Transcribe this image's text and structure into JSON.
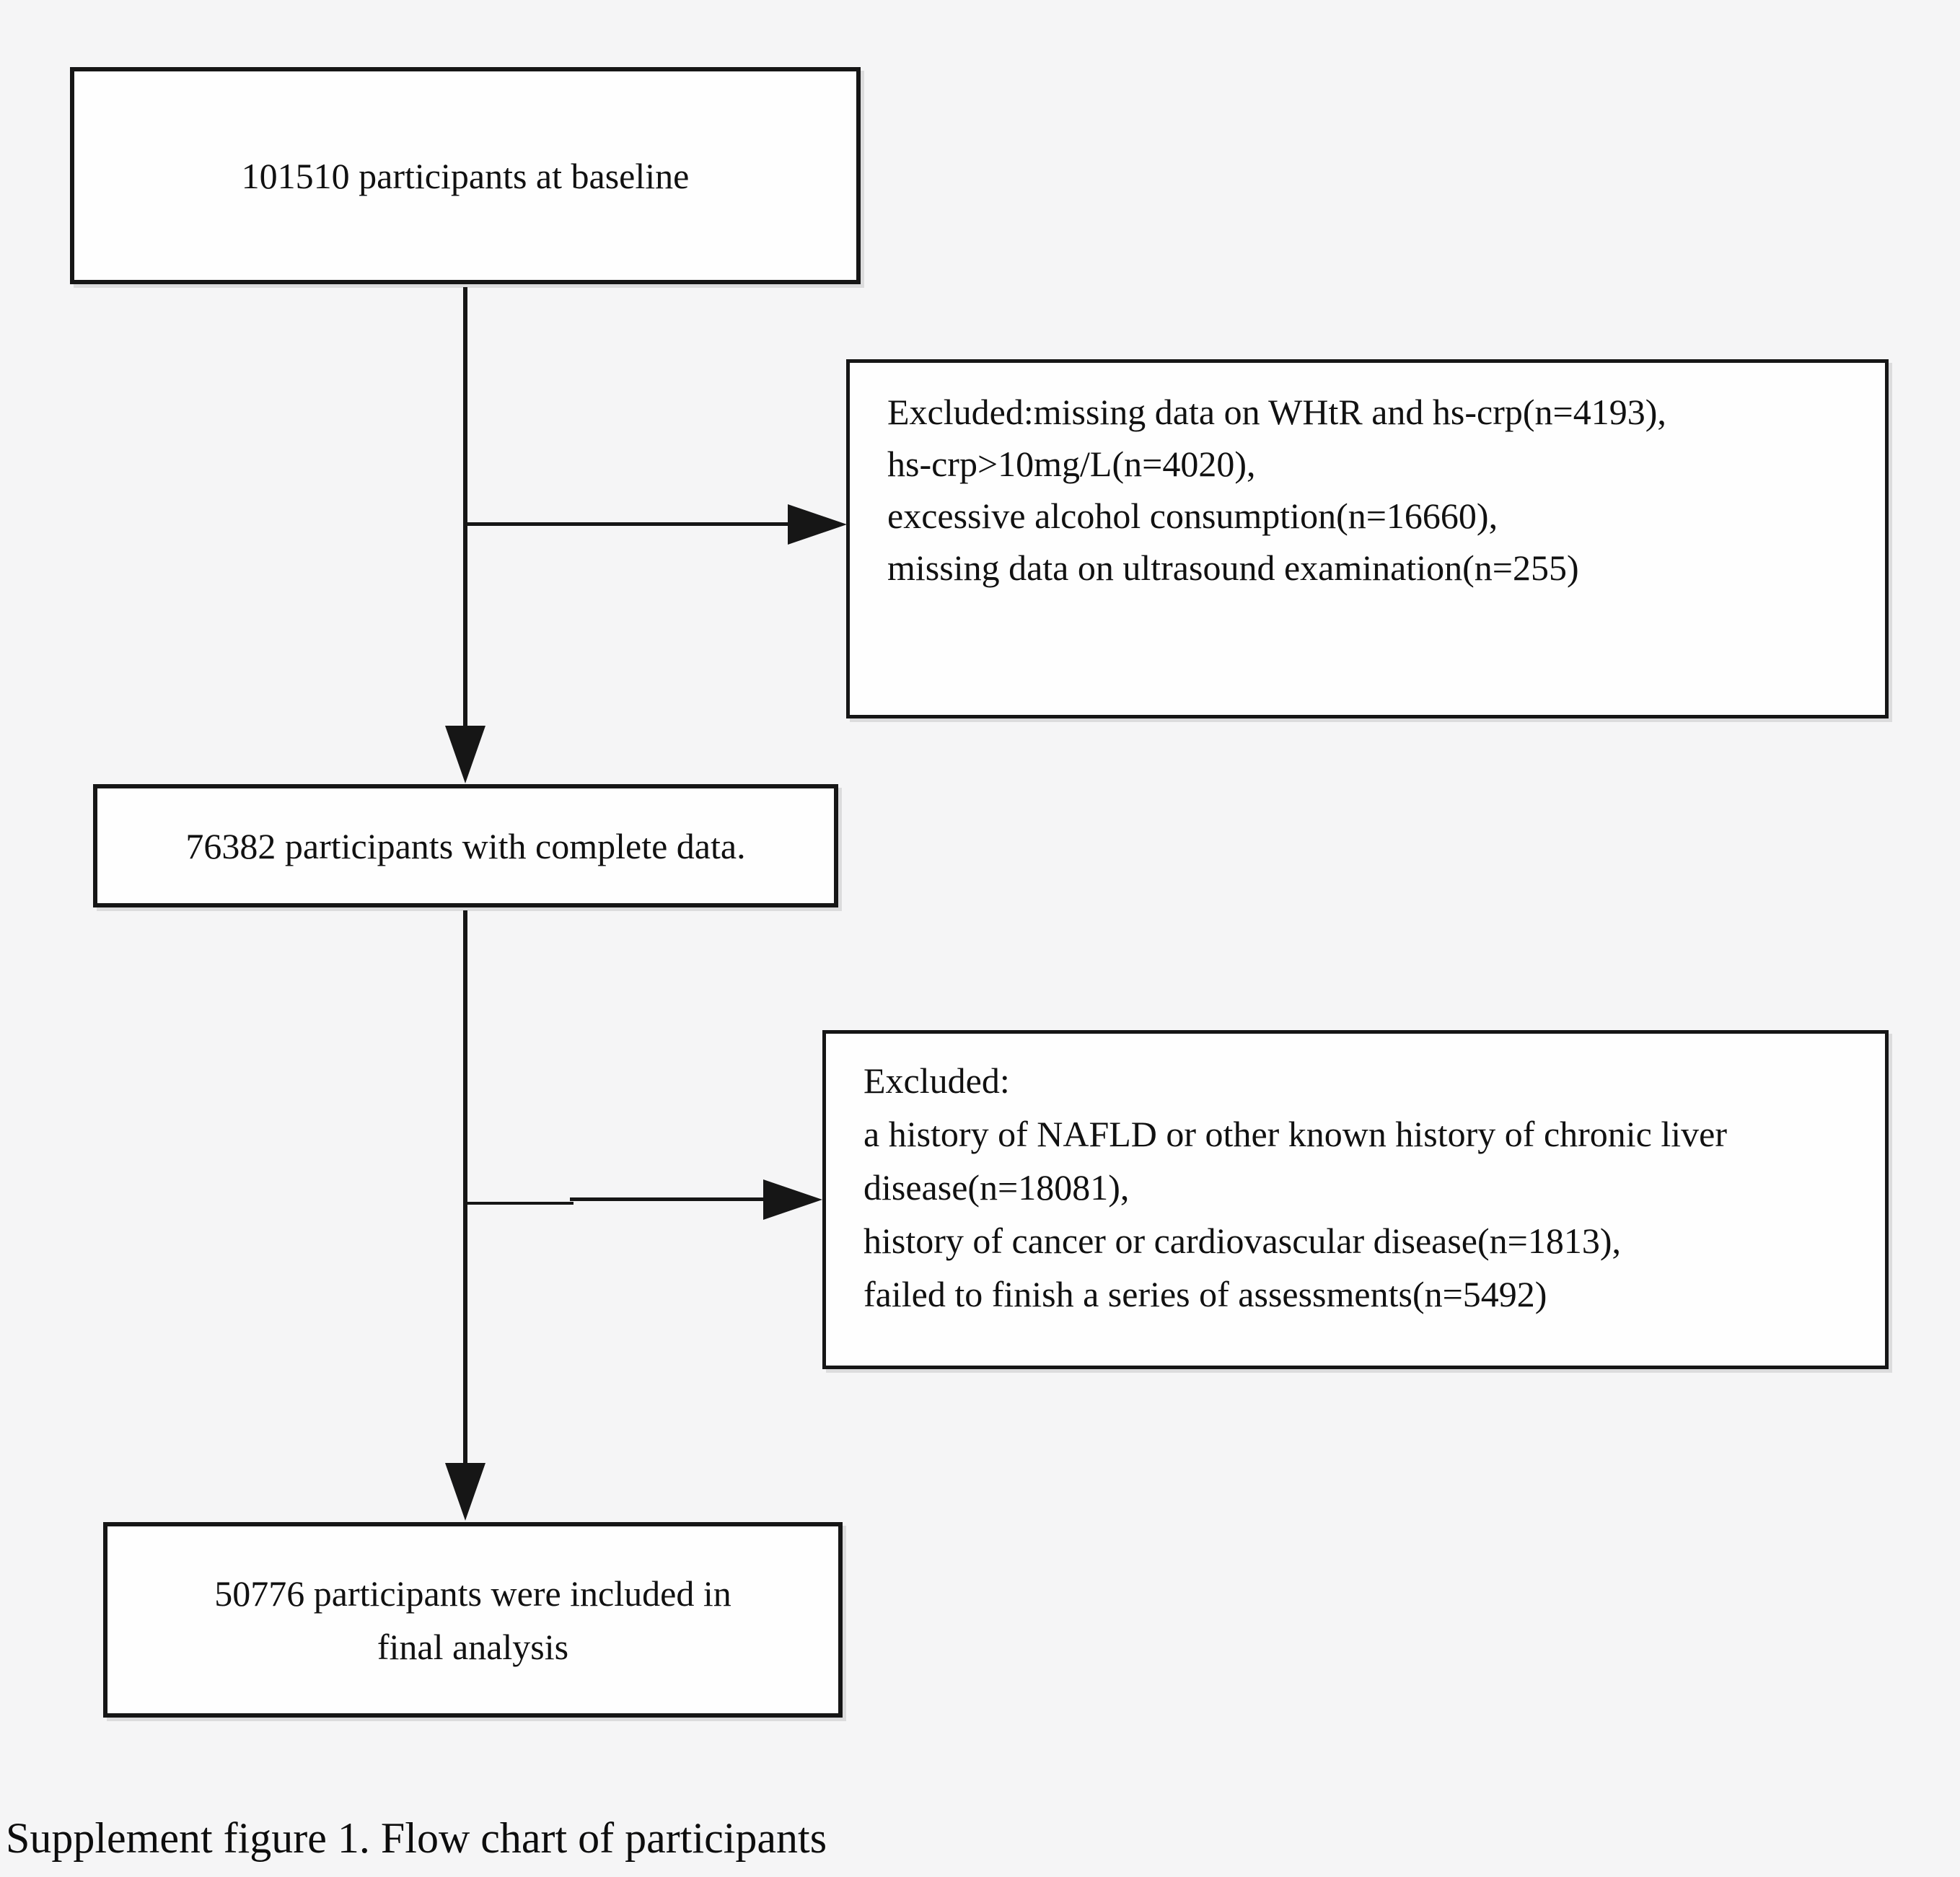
{
  "page": {
    "background": "#f5f5f6",
    "line_color": "#161616",
    "box_fill": "#fefefe"
  },
  "flowchart": {
    "boxes": {
      "baseline": {
        "text": "101510 participants at baseline"
      },
      "excluded1": {
        "lines": [
          "Excluded:missing data on WHtR and hs-crp(n=4193),",
          "hs-crp>10mg/L(n=4020),",
          "excessive alcohol consumption(n=16660),",
          "missing data on ultrasound examination(n=255)"
        ]
      },
      "complete": {
        "text": "76382 participants with complete data."
      },
      "excluded2": {
        "lines": [
          "Excluded:",
          "a history of NAFLD or other known history of chronic liver",
          "disease(n=18081),",
          "history of cancer or cardiovascular disease(n=1813),",
          "failed to finish a series of assessments(n=5492)"
        ]
      },
      "final": {
        "lines": [
          "50776 participants were included in",
          "final analysis"
        ]
      }
    }
  },
  "caption": {
    "text": "Supplement figure 1. Flow chart of participants"
  }
}
